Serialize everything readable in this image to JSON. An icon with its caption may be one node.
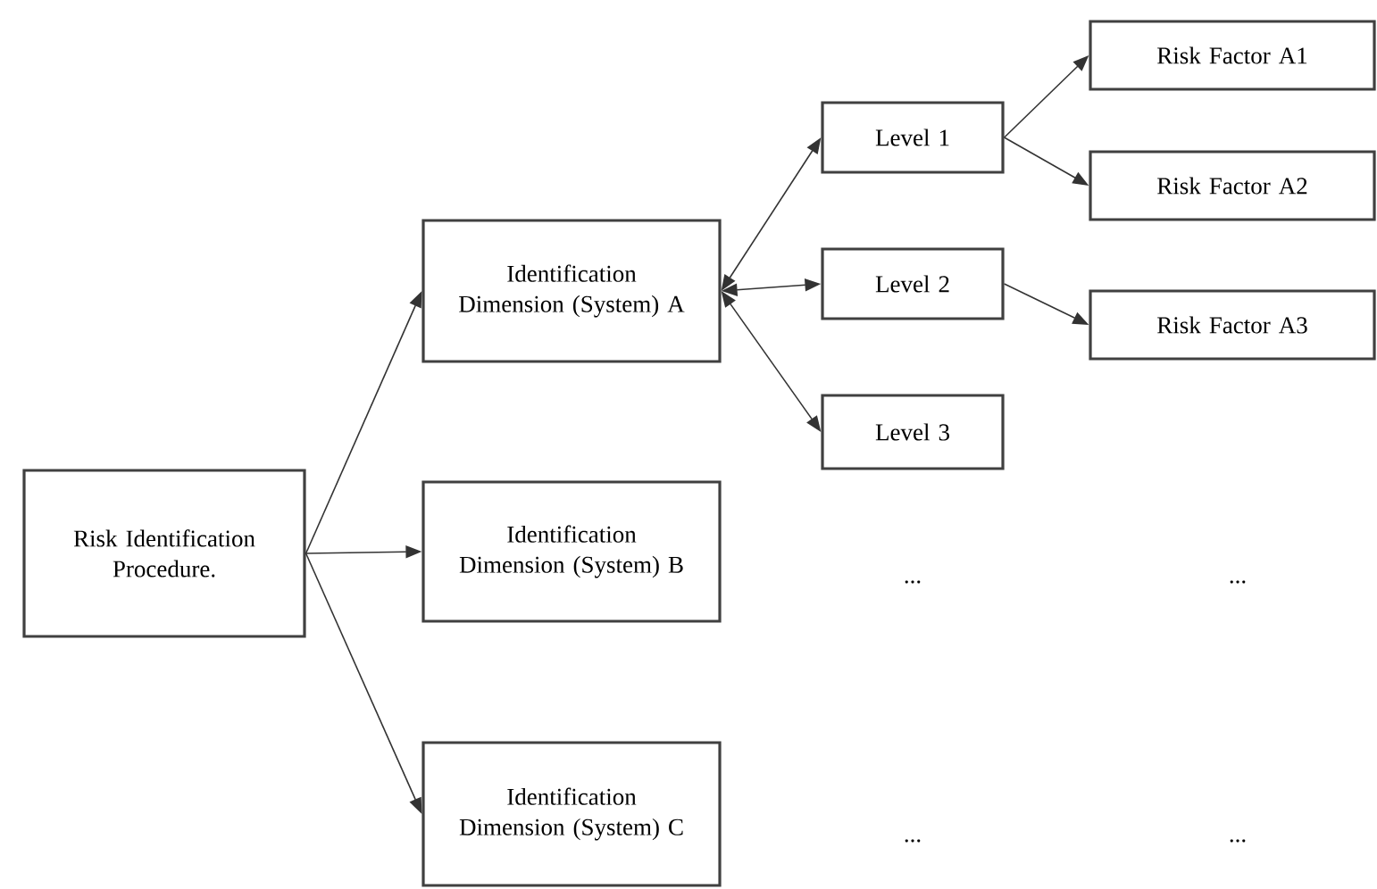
{
  "diagram": {
    "nodes": [
      {
        "text": [
          "Risk Identification Procedure."
        ]
      },
      {
        "text": [
          "Identification Dimension (System) A"
        ]
      },
      {
        "text": [
          "Identification Dimension (System) B"
        ]
      },
      {
        "text": [
          "Identification Dimension (System) C"
        ]
      },
      {
        "text": [
          "Level 1"
        ]
      },
      {
        "text": [
          "Level 2"
        ]
      },
      {
        "text": [
          "Level 3"
        ]
      },
      {
        "text": [
          "Risk Factor A1"
        ]
      },
      {
        "text": [
          "Risk Factor A2"
        ]
      },
      {
        "text": [
          "Risk Factor A3"
        ]
      }
    ],
    "edges": [
      {
        "from": 0,
        "to": 1,
        "arrow": "to"
      },
      {
        "from": 0,
        "to": 2,
        "arrow": "to"
      },
      {
        "from": 0,
        "to": 3,
        "arrow": "to"
      },
      {
        "from": 1,
        "to": 4,
        "arrow": "both"
      },
      {
        "from": 1,
        "to": 5,
        "arrow": "both"
      },
      {
        "from": 1,
        "to": 6,
        "arrow": "both"
      },
      {
        "from": 4,
        "to": 7,
        "arrow": "to"
      },
      {
        "from": 4,
        "to": 8,
        "arrow": "to"
      },
      {
        "from": 5,
        "to": 9,
        "arrow": "to"
      }
    ],
    "labels": [
      "...",
      "...",
      "...",
      "..."
    ]
  }
}
